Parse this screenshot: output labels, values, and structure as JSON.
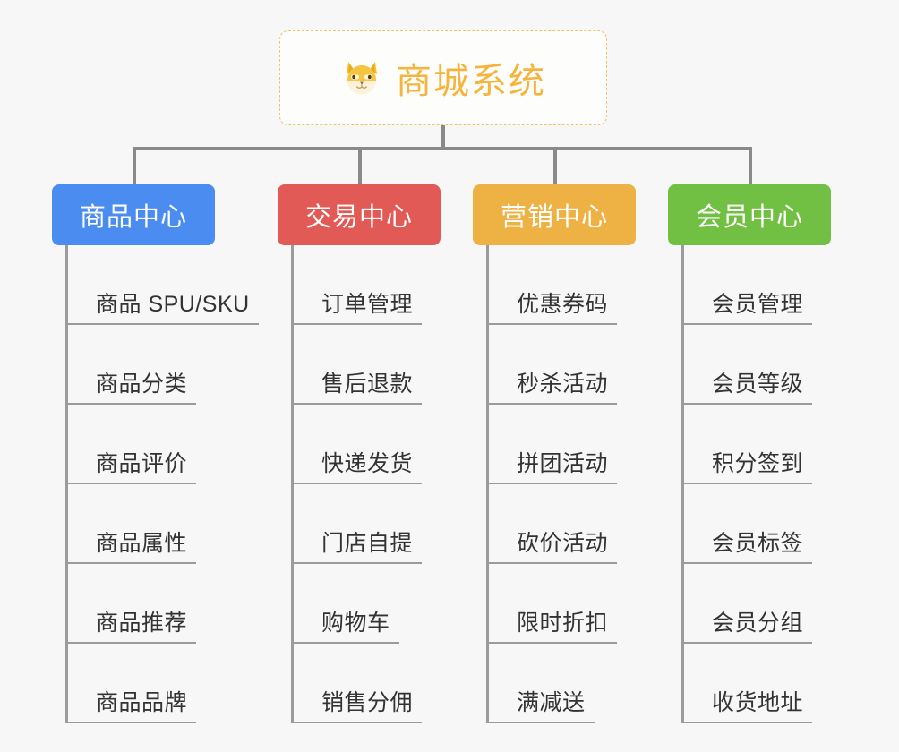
{
  "diagram": {
    "type": "mind-map-tree",
    "background_color": "#f7f7f7",
    "connector_color": "#8a8a8a",
    "root": {
      "icon": "dog-face-emoji",
      "title": "商城系统",
      "title_color": "#f5b53d",
      "border_color": "#f0c269",
      "background_color": "#fdfdfc"
    },
    "branches": [
      {
        "label": "商品中心",
        "color": "#4a8cf0",
        "leaves": [
          "商品 SPU/SKU",
          "商品分类",
          "商品评价",
          "商品属性",
          "商品推荐",
          "商品品牌"
        ]
      },
      {
        "label": "交易中心",
        "color": "#e25a55",
        "leaves": [
          "订单管理",
          "售后退款",
          "快递发货",
          "门店自提",
          "购物车",
          "销售分佣"
        ]
      },
      {
        "label": "营销中心",
        "color": "#eeb143",
        "leaves": [
          "优惠券码",
          "秒杀活动",
          "拼团活动",
          "砍价活动",
          "限时折扣",
          "满减送"
        ]
      },
      {
        "label": "会员中心",
        "color": "#72c043",
        "leaves": [
          "会员管理",
          "会员等级",
          "积分签到",
          "会员标签",
          "会员分组",
          "收货地址"
        ]
      }
    ]
  }
}
